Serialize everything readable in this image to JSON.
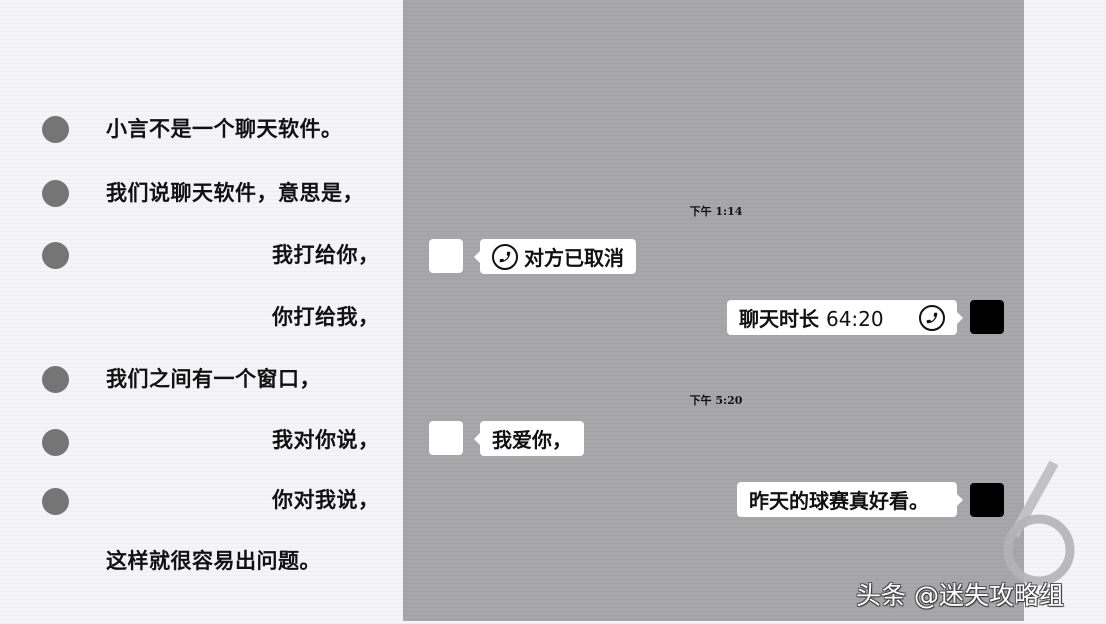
{
  "poem": {
    "lines": [
      {
        "text": "小言不是一个聊天软件。",
        "bullet": true
      },
      {
        "text": "我们说聊天软件，意思是，",
        "bullet": true
      },
      {
        "text": "我打给你，",
        "bullet": true
      },
      {
        "text": "你打给我，",
        "bullet": false
      },
      {
        "text": "我们之间有一个窗口，",
        "bullet": true
      },
      {
        "text": "我对你说，",
        "bullet": true
      },
      {
        "text": "你对我说，",
        "bullet": true
      },
      {
        "text": "这样就很容易出问题。",
        "bullet": false
      }
    ],
    "bullet_color": "#757575"
  },
  "chat": {
    "background_color": "#a6a6a8",
    "timestamps": [
      "下午 1:14",
      "下午 5:20"
    ],
    "messages": [
      {
        "side": "left",
        "avatar": "white-avatar",
        "icon": "phone-icon",
        "text": "对方已取消"
      },
      {
        "side": "right",
        "avatar": "black-avatar",
        "icon": "phone-icon",
        "text_label": "聊天时长",
        "text_value": "64:20"
      },
      {
        "side": "left",
        "avatar": "white-avatar",
        "text": "我爱你，"
      },
      {
        "side": "right",
        "avatar": "black-avatar",
        "text": "昨天的球赛真好看。"
      }
    ]
  },
  "slide_number": "6",
  "watermark": "头条 @迷失攻略组"
}
